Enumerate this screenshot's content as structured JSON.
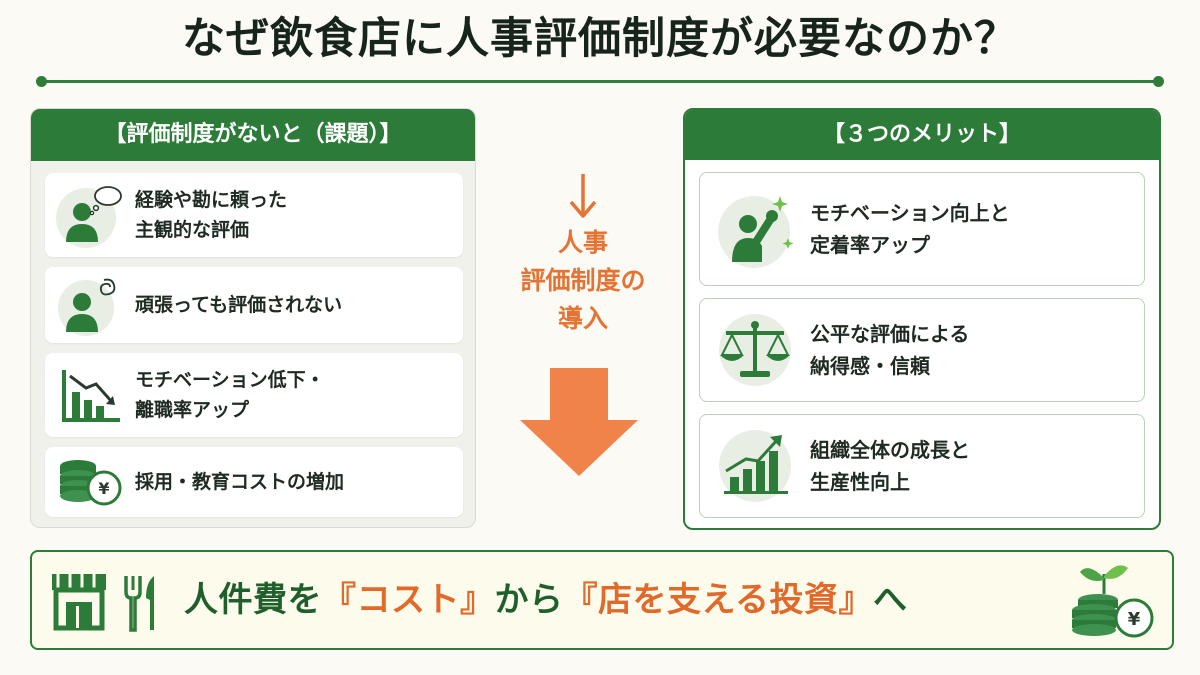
{
  "title": "なぜ飲食店に人事評価制度が必要なのか？",
  "problems": {
    "header": "【評価制度がないと（課題）】",
    "items": [
      {
        "icon": "thinking-person-icon",
        "line1": "経験や勘に頼った",
        "line2": "主観的な評価"
      },
      {
        "icon": "frustrated-person-icon",
        "line1": "頑張っても評価されない",
        "line2": ""
      },
      {
        "icon": "declining-chart-icon",
        "line1": "モチベーション低下・",
        "line2": "離職率アップ"
      },
      {
        "icon": "coins-yen-icon",
        "line1": "採用・教育コストの増加",
        "line2": ""
      }
    ]
  },
  "middle": {
    "line1": "人事",
    "line2": "評価制度の",
    "line3": "導入"
  },
  "merits": {
    "header": "【３つのメリット】",
    "items": [
      {
        "icon": "motivated-person-icon",
        "line1": "モチベーション向上と",
        "line2": "定着率アップ"
      },
      {
        "icon": "balance-scale-icon",
        "line1": "公平な評価による",
        "line2": "納得感・信頼"
      },
      {
        "icon": "growth-chart-icon",
        "line1": "組織全体の成長と",
        "line2": "生産性向上"
      }
    ]
  },
  "banner": {
    "part1": "人件費を",
    "part2": "『コスト』",
    "part3": "から",
    "part4": "『店を支える投資』",
    "part5": "へ"
  },
  "colors": {
    "green": "#2d7b39",
    "orange": "#e57434",
    "dark": "#1f2a22"
  }
}
